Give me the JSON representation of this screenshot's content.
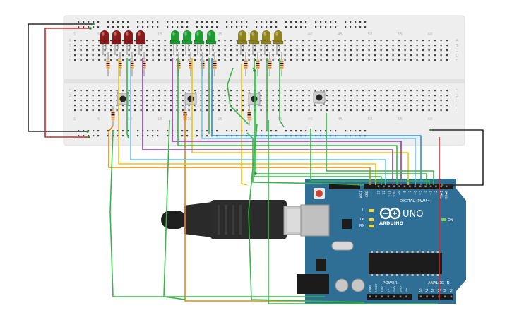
{
  "breadboard": {
    "column_numbers": [
      "1",
      "5",
      "10",
      "15",
      "20",
      "25",
      "30",
      "35",
      "40",
      "45",
      "50",
      "55",
      "60"
    ],
    "row_letters_top": [
      "A",
      "B",
      "C",
      "D",
      "E"
    ],
    "row_letters_bottom": [
      "F",
      "G",
      "H",
      "I",
      "J"
    ],
    "led_groups": [
      {
        "color": "#8b1a1a",
        "count": 4
      },
      {
        "color": "#1e9b33",
        "count": 4
      },
      {
        "color": "#8f8220",
        "count": 4
      }
    ],
    "button_count": 4
  },
  "arduino": {
    "board_color": "#2f6f96",
    "logo_text": "ARDUINO",
    "model_text": "UNO",
    "digital_label": "DIGITAL (PWM~)",
    "power_label": "POWER",
    "analog_label": "ANALOG IN",
    "aref_label": "AREF",
    "gnd_label": "GND",
    "on_label": "ON",
    "l_label": "L",
    "tx_label": "TX",
    "rx_label": "RX",
    "digital_pins": [
      "13",
      "12",
      "~11",
      "~10",
      "~9",
      "8",
      "7",
      "~6",
      "~5",
      "4",
      "~3",
      "2",
      "TX►1",
      "RX◄0"
    ],
    "power_pins": [
      "IOREF",
      "RESET",
      "3.3V",
      "5V",
      "GND",
      "GND",
      "Vin"
    ],
    "analog_pins": [
      "A0",
      "A1",
      "A2",
      "A3",
      "A4",
      "A5"
    ]
  },
  "wire_colors": {
    "black": "#2b2b2b",
    "red": "#d02a2a",
    "orange": "#e8860c",
    "yellow": "#e9c517",
    "light_blue": "#6cc4e6",
    "purple": "#8a3fb0",
    "green": "#39b54a",
    "blue": "#2a8fd8"
  }
}
